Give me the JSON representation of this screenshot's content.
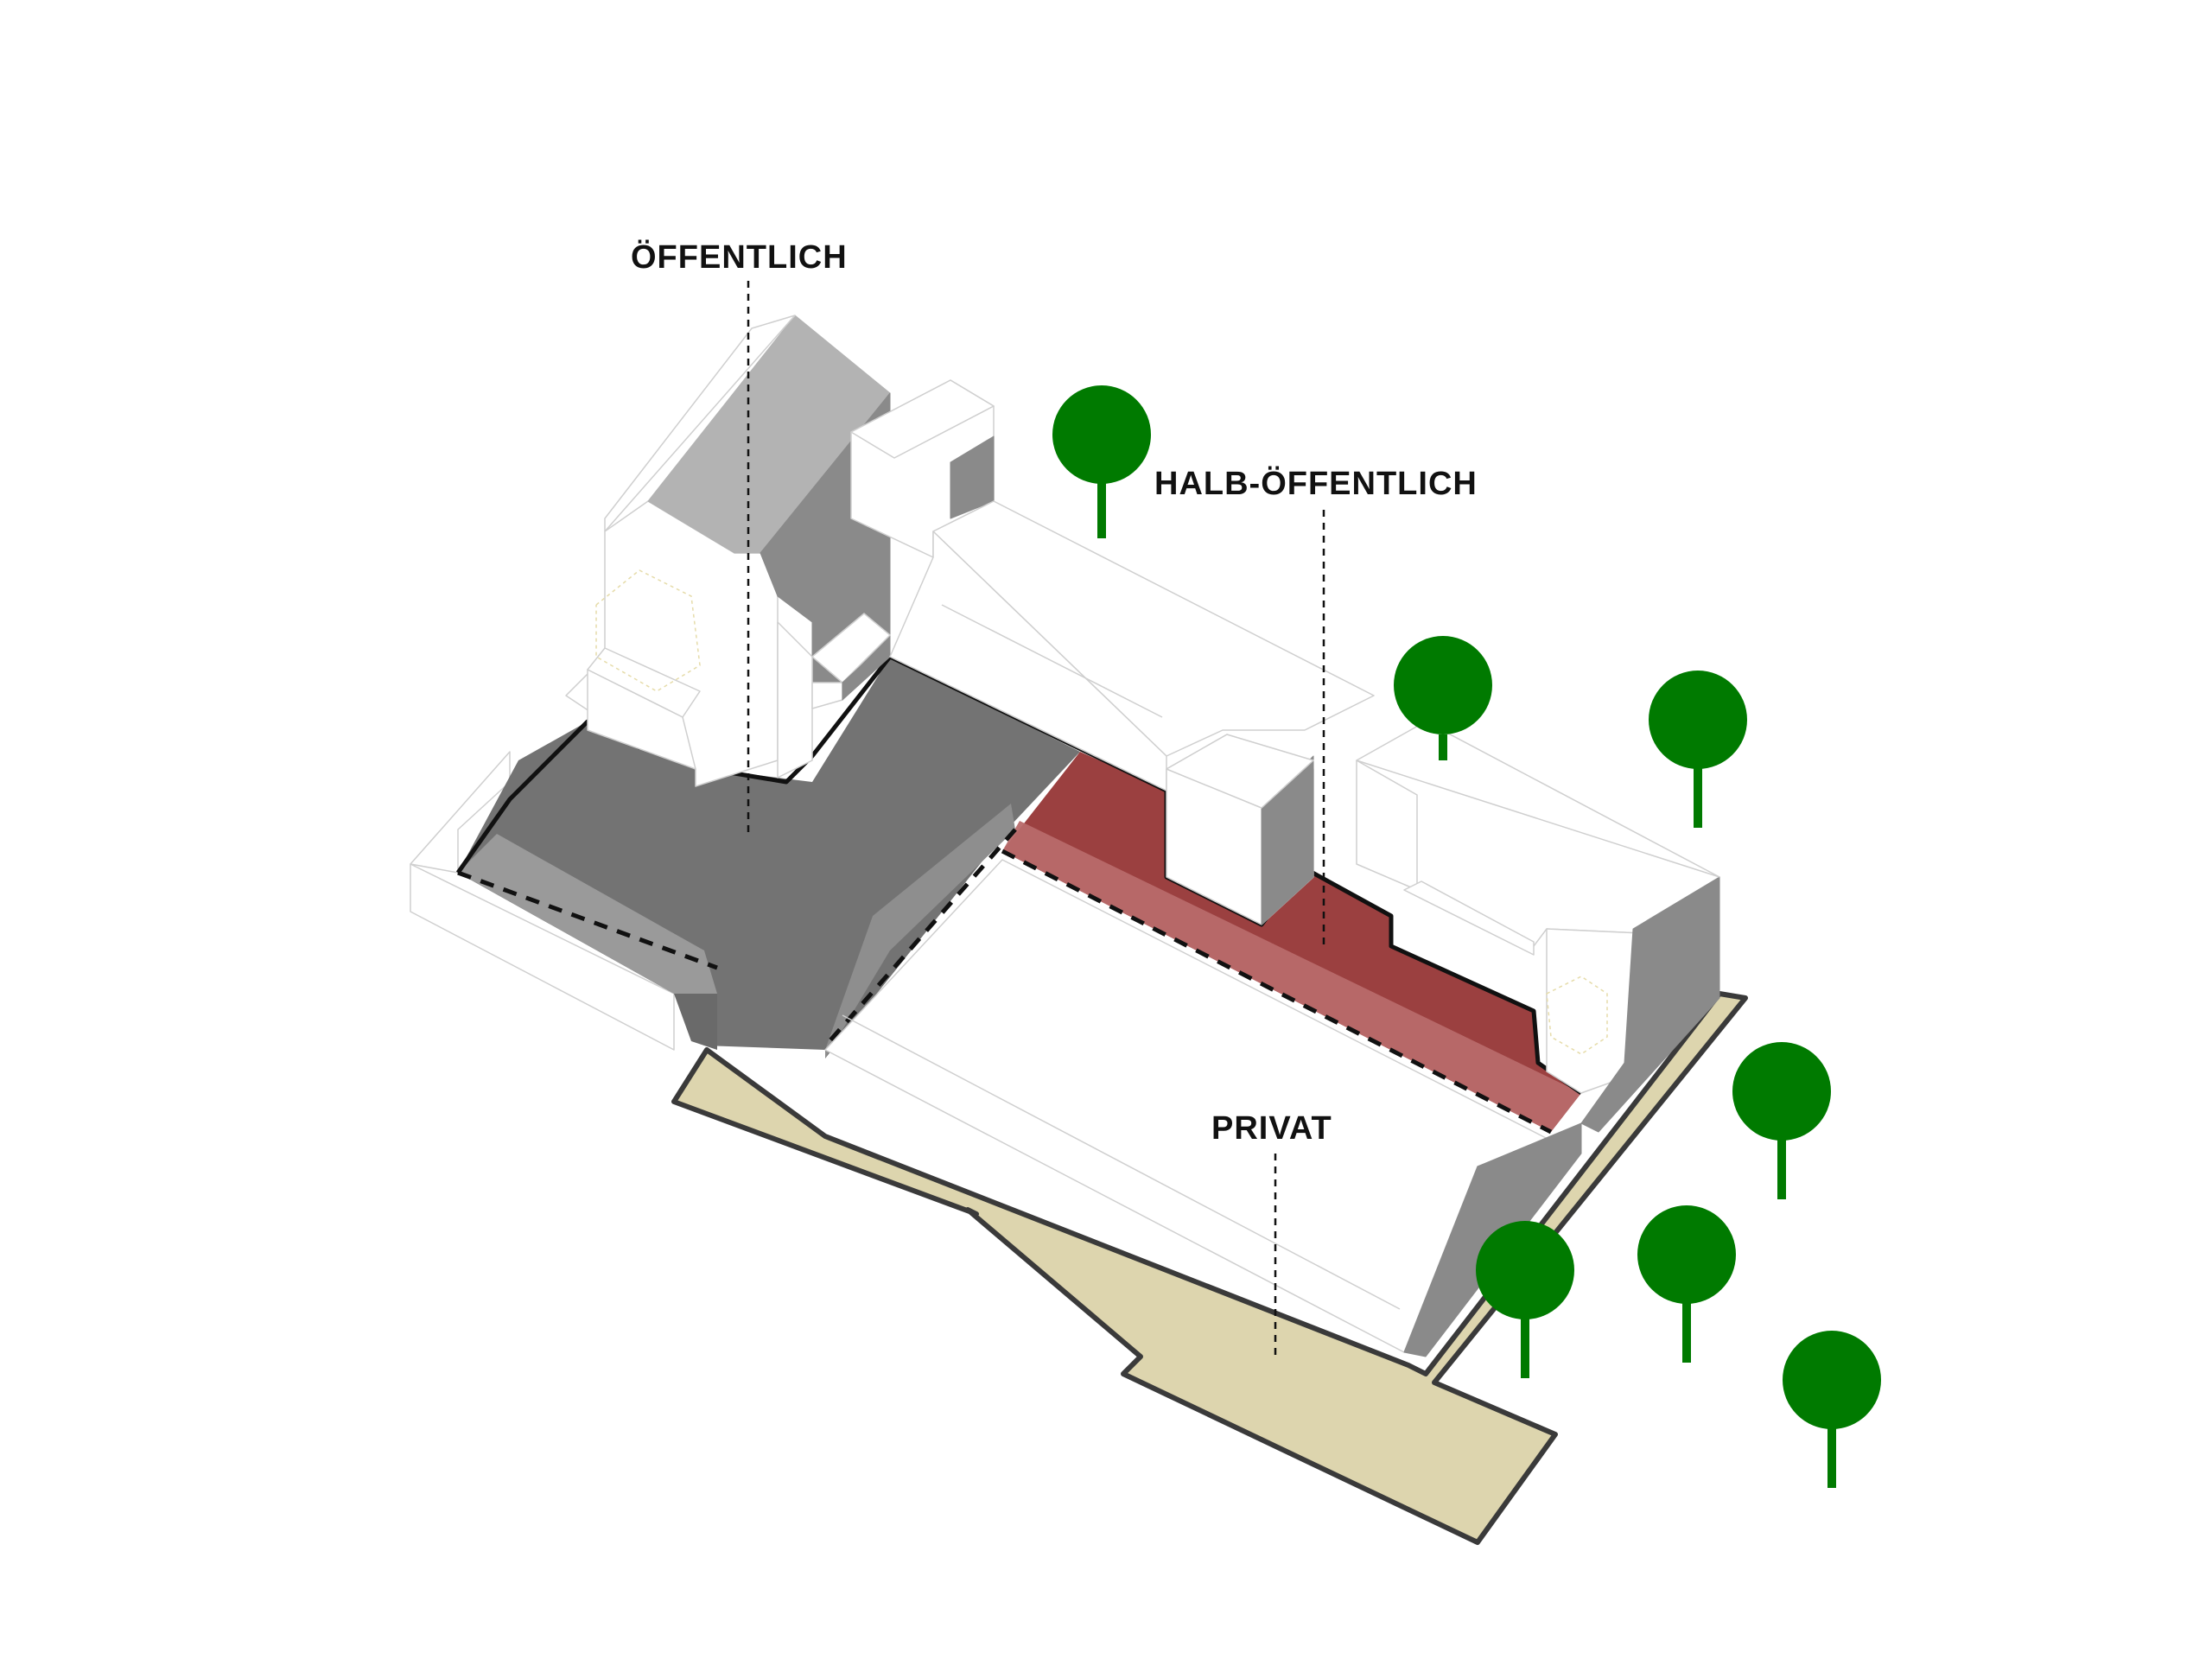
{
  "labels": {
    "public": "ÖFFENTLICH",
    "semi_public": "HALB-ÖFFENTLICH",
    "private": "PRIVAT"
  },
  "colors": {
    "public_zone": "#737373",
    "semi_public_zone": "#9b4040",
    "semi_public_overlay": "#b86a6a",
    "private_ground": "#ddd5ae",
    "tree_green": "#007a00",
    "building_shadow": "#8a8a8a",
    "building_roof": "#b3b3b3"
  },
  "icons": {
    "tree": "tree-icon"
  }
}
